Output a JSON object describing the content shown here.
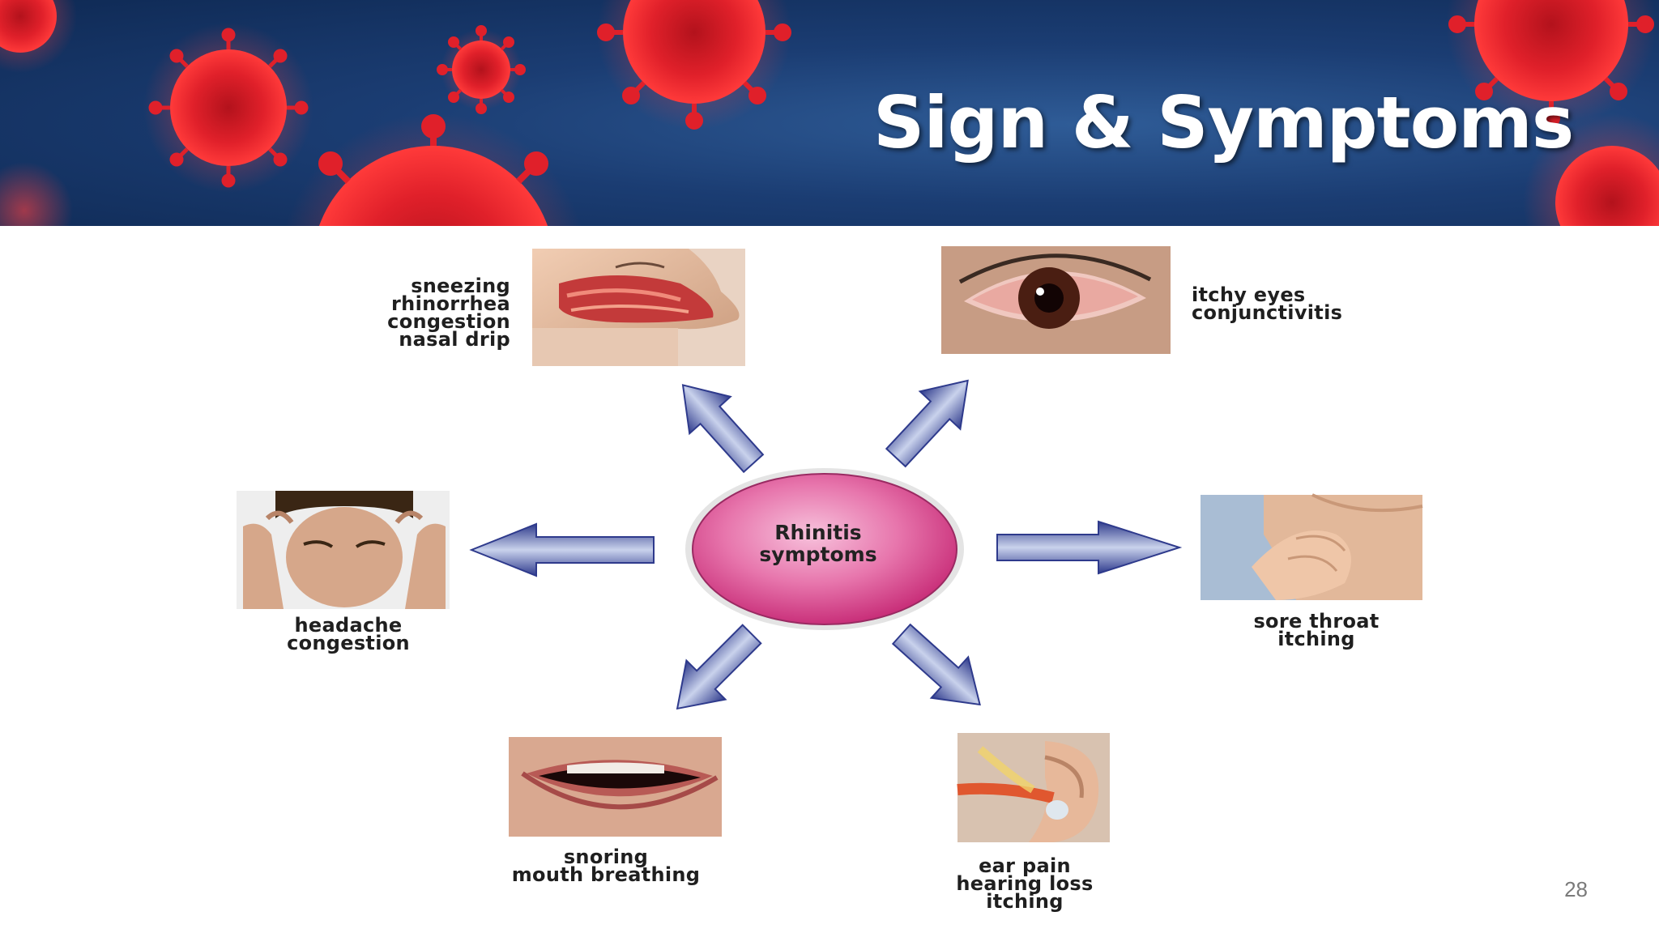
{
  "slide": {
    "title": "Sign & Symptoms",
    "page_number": "28"
  },
  "diagram": {
    "center_label_line1": "Rhinitis",
    "center_label_line2": "symptoms",
    "groups": {
      "nose": [
        "sneezing",
        "rhinorrhea",
        "congestion",
        "nasal drip"
      ],
      "eyes": [
        "itchy eyes",
        "conjunctivitis"
      ],
      "head": [
        "headache",
        "congestion"
      ],
      "throat": [
        "sore throat",
        "itching"
      ],
      "mouth": [
        "snoring",
        "mouth breathing"
      ],
      "ear": [
        "ear pain",
        "hearing loss",
        "itching"
      ]
    }
  },
  "colors": {
    "header_blue": "#1b3d73",
    "virus_red": "#e0202a",
    "center_pink": "#d83c8c",
    "arrow_blue": "#3d4a9a"
  },
  "icons": [
    "virus-icon",
    "nose-photo",
    "eye-photo",
    "head-photo",
    "throat-photo",
    "mouth-photo",
    "ear-photo"
  ]
}
